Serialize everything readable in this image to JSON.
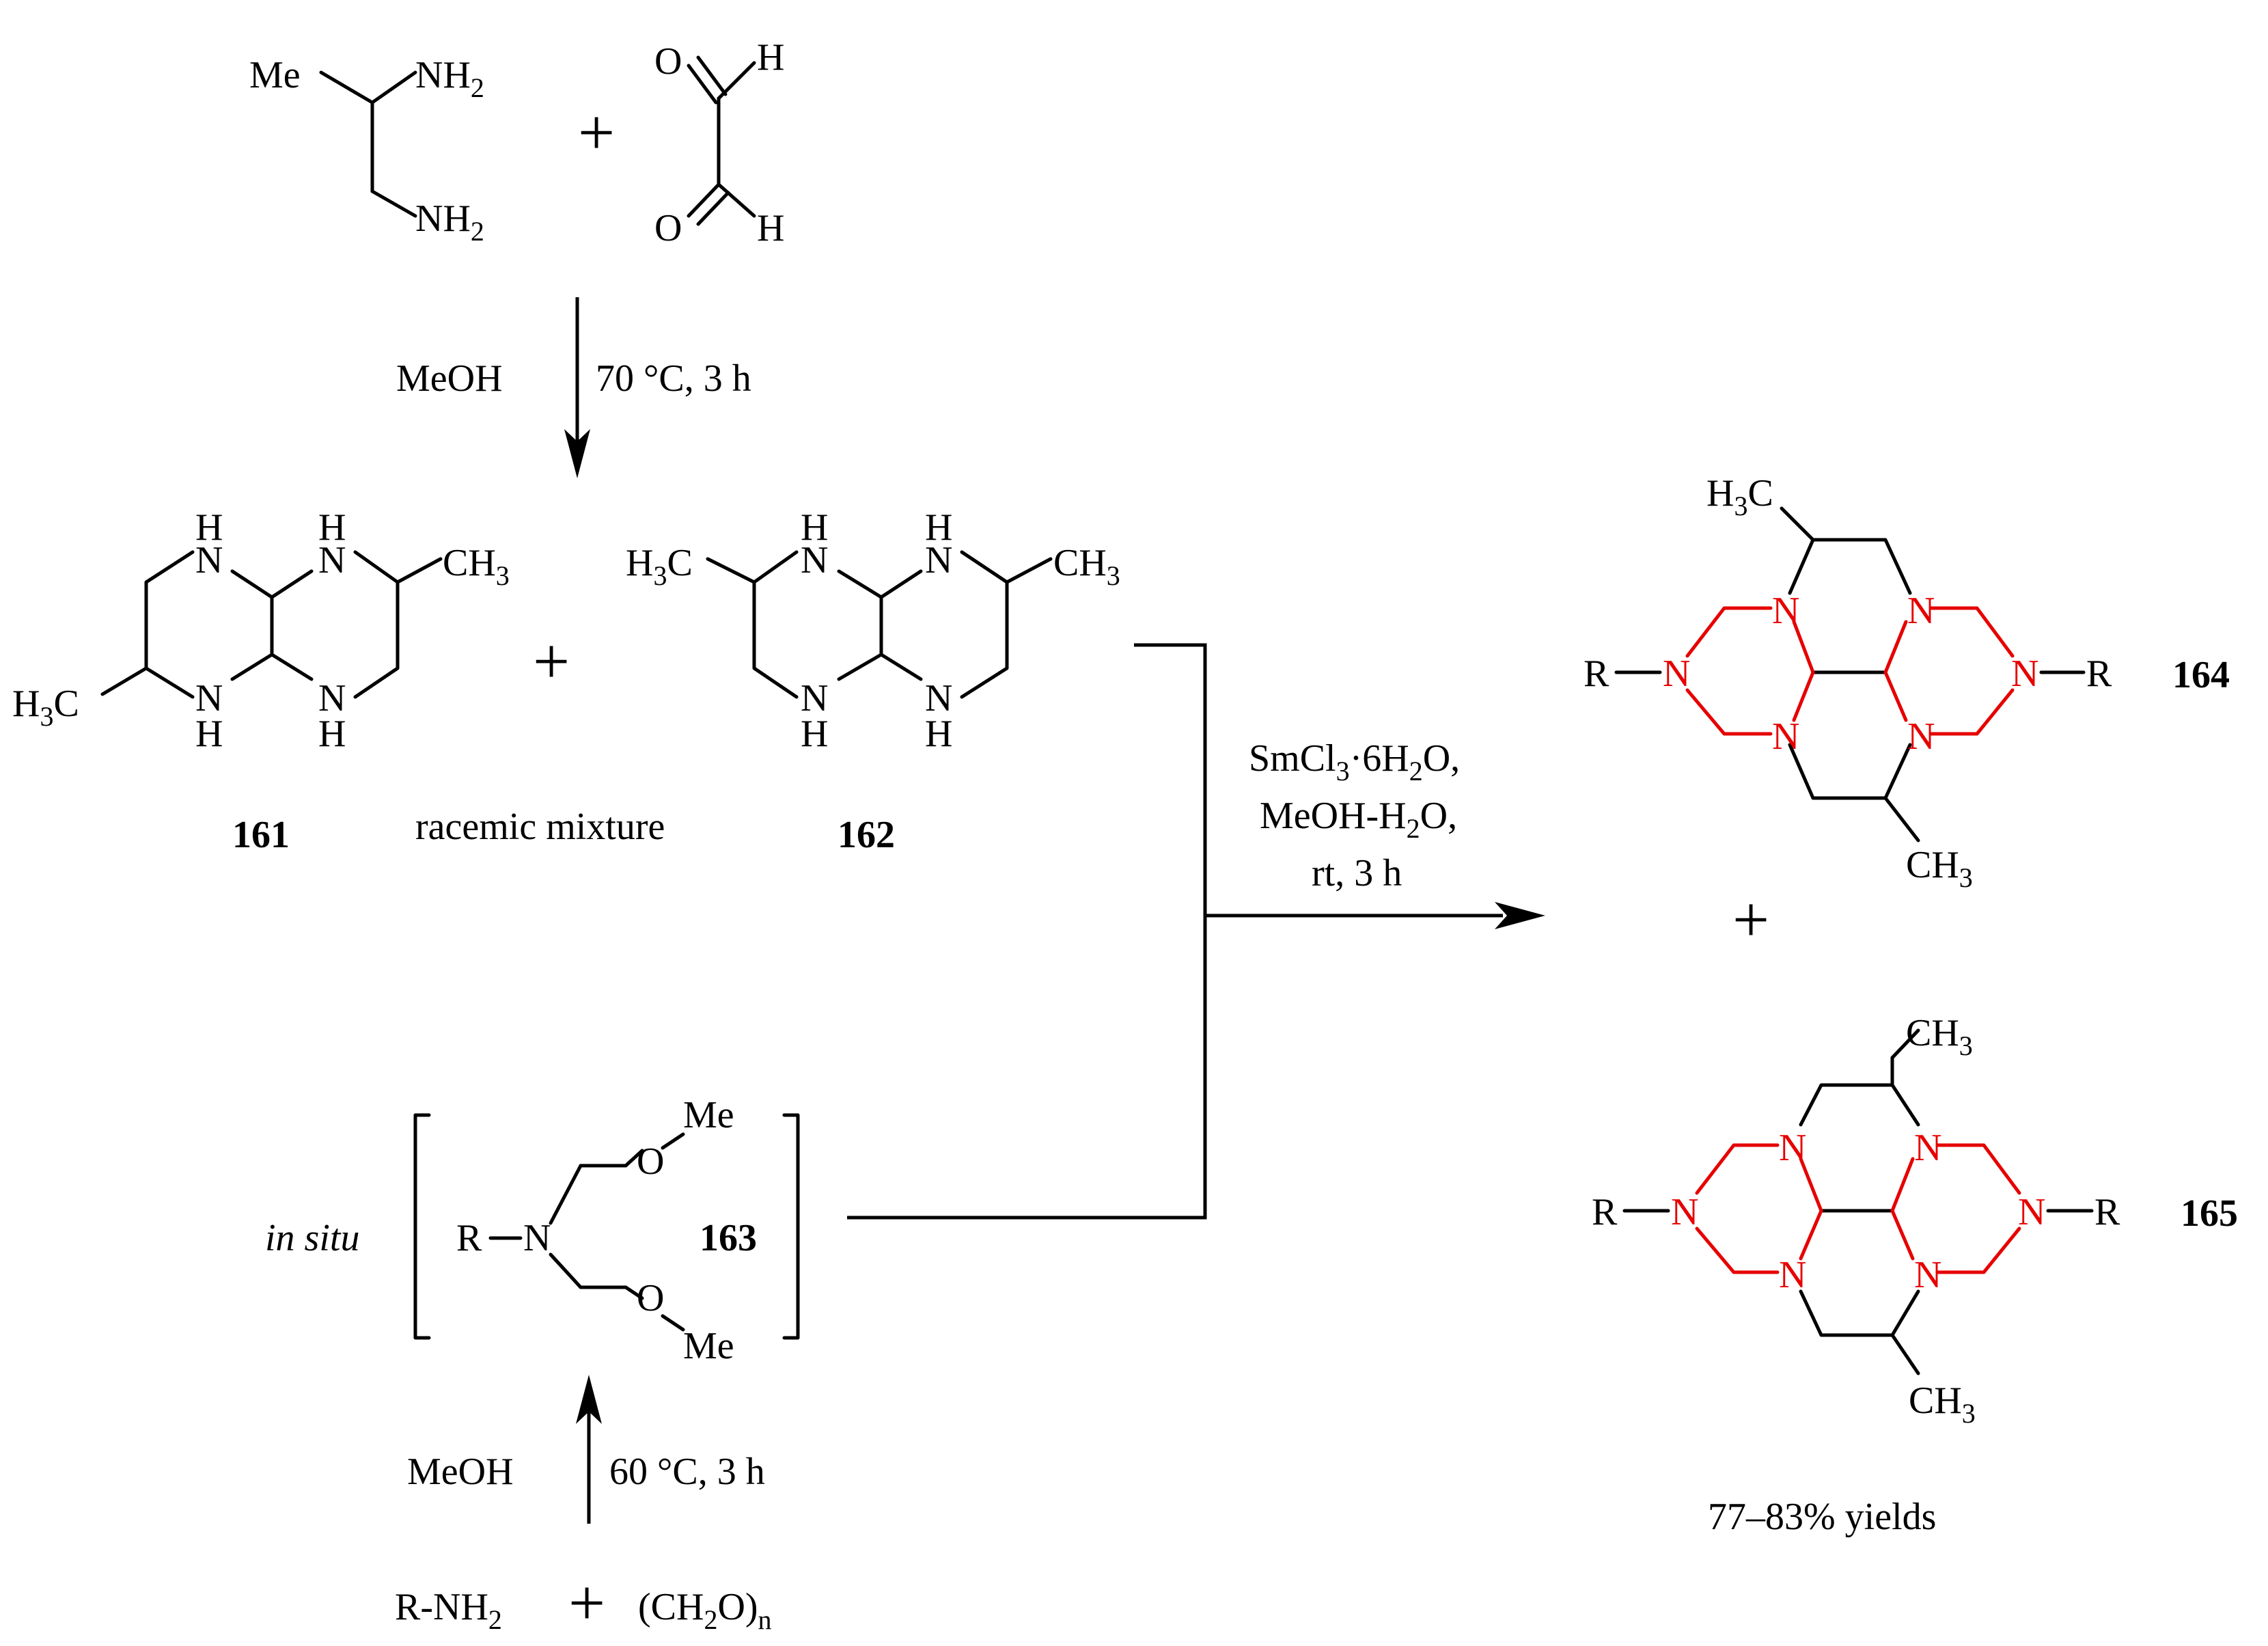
{
  "reactants": {
    "me": "Me",
    "nh": "NH",
    "two": "2",
    "plus": "+",
    "o": "O",
    "h": "H"
  },
  "step1": {
    "solvent": "MeOH",
    "conditions": "70 °C, 3 h"
  },
  "intermediates": {
    "n": "N",
    "h": "H",
    "ch": "CH",
    "three": "3",
    "h3c_h": "H",
    "h3c_c": "C",
    "plus": "+",
    "label_161": "161",
    "label_162": "162",
    "racemic": "racemic mixture"
  },
  "in_situ": {
    "label": "in situ",
    "r": "R",
    "n": "N",
    "o": "O",
    "me": "Me",
    "label_163": "163"
  },
  "step2": {
    "solvent": "MeOH",
    "conditions": "60 °C, 3 h",
    "rnh": "R-NH",
    "two": "2",
    "plus": "+",
    "ch2o_open": "(CH",
    "ch2o_two": "2",
    "ch2o_close": "O)",
    "n_sub": "n"
  },
  "step3": {
    "line1_main": "SmCl",
    "line1_sub": "3",
    "line1_rest": "·6H",
    "line1_sub2": "2",
    "line1_end": "O,",
    "line2_main": "MeOH-H",
    "line2_sub": "2",
    "line2_end": "O,",
    "line3": "rt, 3 h"
  },
  "products": {
    "r": "R",
    "n": "N",
    "ch": "CH",
    "three": "3",
    "h": "H",
    "c": "C",
    "plus": "+",
    "label_164": "164",
    "label_165": "165",
    "yields": "77–83% yields"
  }
}
